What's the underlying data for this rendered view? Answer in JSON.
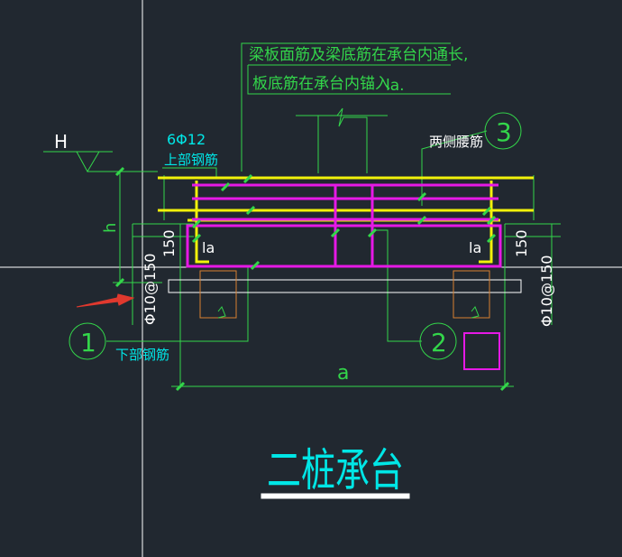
{
  "colors": {
    "background": "#212830",
    "dim_green": "#33d64a",
    "bar_yellow": "#f2f20a",
    "bar_magenta": "#e619e6",
    "text_cyan": "#00e6e6",
    "text_green": "#33d64a",
    "text_white": "#ffffff",
    "pile_orange": "#d98030",
    "arrow_red": "#e0392e",
    "crosshair": "#ffffff"
  },
  "notes": {
    "through_bars_line1": "梁板面筋及梁底筋在承台内通长,",
    "through_bars_line2": "板底筋在承台内锚入",
    "anchor_label": "la."
  },
  "labels": {
    "elevation": "H",
    "top_bars_spec": "6Φ12",
    "top_bars_name": "上部钢筋",
    "side_bars_name": "两侧腰筋",
    "bottom_bars_name": "下部钢筋",
    "anchor_left": "la",
    "anchor_right": "la",
    "dim_h": "h",
    "dim_150_left": "150",
    "dim_150_right": "150",
    "stirrup_left": "Φ10@150",
    "stirrup_right": "Φ10@150",
    "dim_a": "a"
  },
  "callouts": [
    "1",
    "2",
    "3"
  ],
  "title": "二桩承台"
}
